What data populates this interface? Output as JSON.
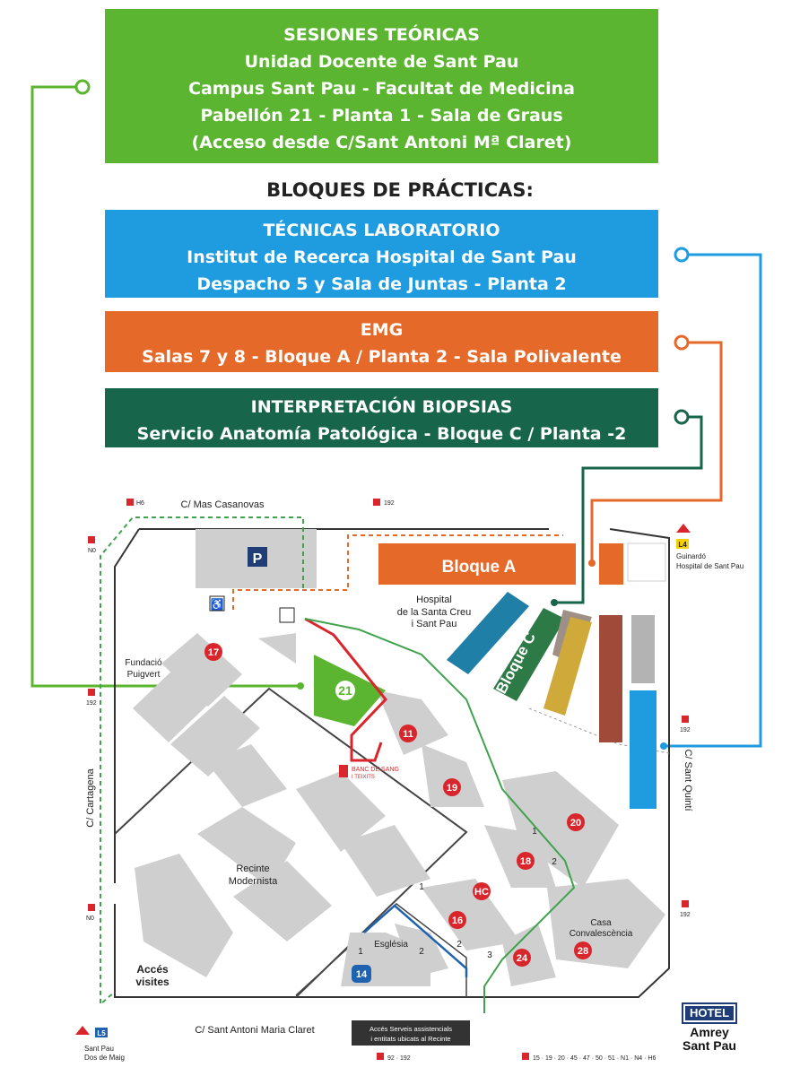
{
  "header": {
    "teoricas": {
      "title": "SESIONES TEÓRICAS",
      "line1": "Unidad Docente de Sant Pau",
      "line2": "Campus Sant Pau - Facultat de Medicina",
      "line3": "Pabellón 21 - Planta 1 - Sala de Graus",
      "line4": "(Acceso desde C/Sant Antoni Mª Claret)",
      "color": "#5cb531"
    },
    "practicas_heading": "BLOQUES DE PRÁCTICAS:",
    "tecnicas": {
      "title": "TÉCNICAS LABORATORIO",
      "line1": "Institut de Recerca Hospital de Sant Pau",
      "line2": "Despacho 5 y Sala de Juntas - Planta 2",
      "color": "#1f9ce0"
    },
    "emg": {
      "title": "EMG",
      "line1": "Salas 7 y 8 - Bloque A / Planta 2  - Sala Polivalente",
      "color": "#e56a2a"
    },
    "biopsias": {
      "title": "INTERPRETACIÓN BIOPSIAS",
      "line1": "Servicio Anatomía Patológica - Bloque C / Planta -2",
      "color": "#17654a"
    }
  },
  "map": {
    "streets": {
      "mas_casanovas": "C/ Mas Casanovas",
      "cartagena": "C/ Cartagena",
      "sant_quinti": "C/ Sant Quintí",
      "sant_antoni": "C/ Sant Antoni Maria Claret"
    },
    "labels": {
      "bloque_a": "Bloque A",
      "bloque_c": "Bloque C",
      "hospital": [
        "Hospital",
        "de la Santa Creu",
        "i Sant Pau"
      ],
      "fundacio": [
        "Fundació",
        "Puigvert"
      ],
      "recinte": [
        "Recinte",
        "Modernista"
      ],
      "esglesia": "Església",
      "casa": [
        "Casa",
        "Convalescència"
      ],
      "acces": [
        "Accés",
        "visites"
      ],
      "banc": [
        "BANC DE SANG",
        "I TEIXITS"
      ],
      "acces_serveis": [
        "Accés Serveis assistencials",
        "i entitats ubicats al Recinte"
      ],
      "parking": "P",
      "metro_l4_line": "L4",
      "metro_l4_station": [
        "Guinardó",
        "Hospital de Sant Pau"
      ],
      "metro_l5_line": "L5",
      "metro_l5_station": [
        "Sant Pau",
        "Dos de Maig"
      ]
    },
    "buildings": {
      "b21": "21",
      "b17": "17",
      "b11": "11",
      "b19": "19",
      "b20": "20",
      "b18": "18",
      "bHC": "HC",
      "b16": "16",
      "b24": "24",
      "b28": "28",
      "b14": "14"
    },
    "bus": {
      "h6": "H6",
      "n0_top": "N0",
      "b192_top": "192",
      "b192_left": "192",
      "b192_right": "192",
      "n0_bottom": "N0",
      "b192_bottom_right": "192",
      "b92_192": "92 · 192",
      "bottom_lines": "15 · 19 · 20 · 45 · 47 · 50 · 51 · N1 · N4 · H6"
    },
    "numbers": {
      "n1a": "1",
      "n2a": "2",
      "n1b": "1",
      "n2b": "2",
      "n3b": "3",
      "n1c": "1",
      "n2c": "2"
    }
  },
  "hotel": {
    "sign": "HOTEL",
    "name_line1": "Amrey",
    "name_line2": "Sant Pau"
  },
  "colors": {
    "green": "#5cb531",
    "blue": "#1f9ce0",
    "orange": "#e56a2a",
    "darkgreen": "#17654a",
    "red": "#d9262c",
    "grey_building": "#cfcfcf",
    "navy": "#1f3e77"
  }
}
